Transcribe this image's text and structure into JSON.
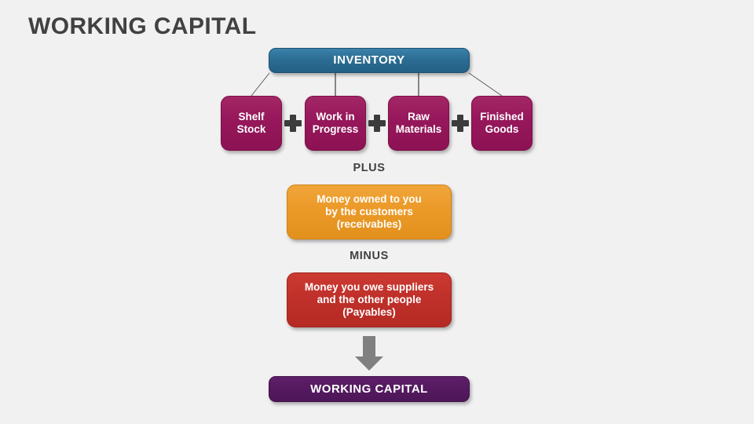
{
  "slide": {
    "title": "WORKING CAPITAL",
    "background_color": "#f1f1f1",
    "title_color": "#414141"
  },
  "diagram": {
    "type": "flow-diagram",
    "inventory": {
      "label": "INVENTORY",
      "color": "#2c6d93"
    },
    "components": [
      {
        "label": "Shelf Stock",
        "line1": "Shelf",
        "line2": "Stock",
        "color": "#97185c"
      },
      {
        "label": "Work in Progress",
        "line1": "Work in",
        "line2": "Progress",
        "color": "#97185c"
      },
      {
        "label": "Raw Materials",
        "line1": "Raw",
        "line2": "Materials",
        "color": "#97185c"
      },
      {
        "label": "Finished Goods",
        "line1": "Finished",
        "line2": "Goods",
        "color": "#97185c"
      }
    ],
    "operators": [
      "+",
      "+",
      "+"
    ],
    "plus_label": "PLUS",
    "receivables": {
      "line1": "Money owned to you",
      "line2": "by the customers",
      "line3": "(receivables)",
      "color": "#eb9a28"
    },
    "minus_label": "MINUS",
    "payables": {
      "line1": "Money you owe suppliers",
      "line2": "and the other people",
      "line3": "(Payables)",
      "color": "#c0302a"
    },
    "arrow": {
      "icon": "arrow-down-icon",
      "color": "#808080"
    },
    "result": {
      "label": "WORKING CAPITAL",
      "color": "#551a60"
    }
  }
}
